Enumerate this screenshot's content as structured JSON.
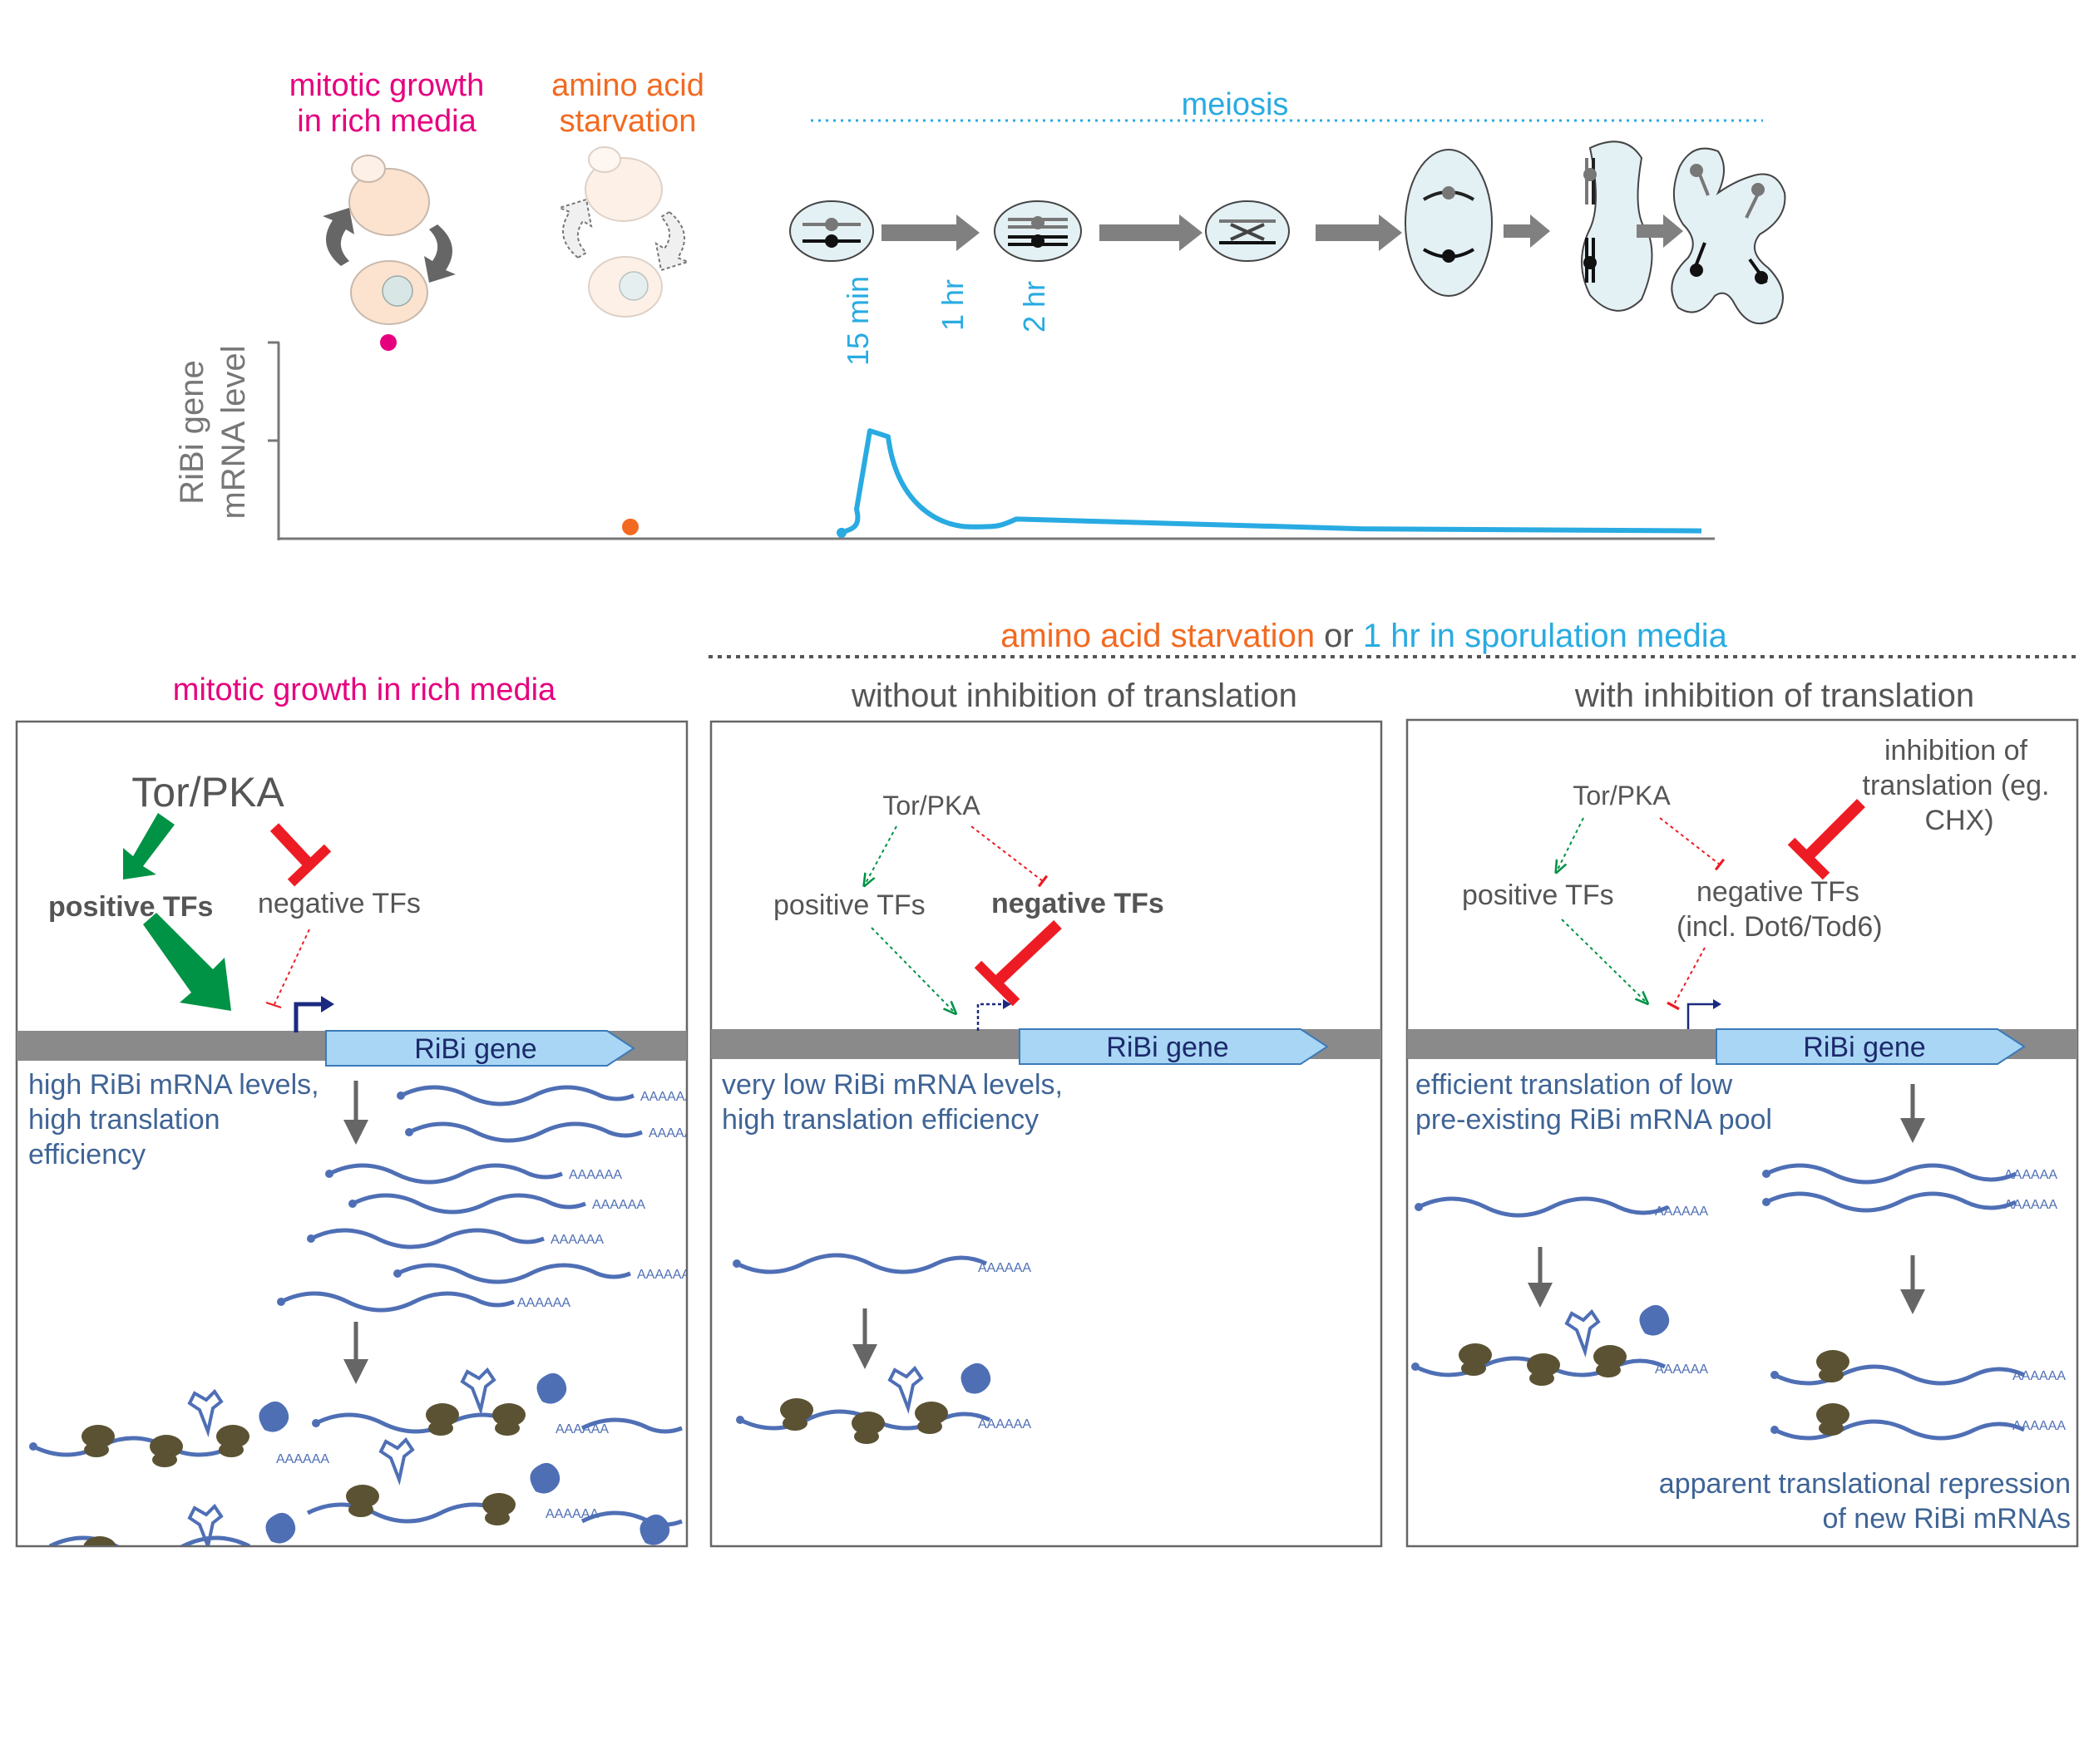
{
  "colors": {
    "magenta": "#e6007e",
    "orange": "#f26a21",
    "cyan": "#29abe2",
    "gray_text": "#555555",
    "axis": "#777777",
    "green": "#009245",
    "red": "#ed1c24",
    "navy": "#1b2a80",
    "dna": "#888888",
    "gene_fill": "#a9d6f5",
    "gene_text": "#1b2a6b",
    "mrna": "#4f6fb5",
    "blue_text": "#3f6496",
    "ribosome": "#5a5233",
    "cell_fill": "#fbe3cf",
    "meiosis_cell": "#e3f0f4"
  },
  "top": {
    "mitotic_label_line1": "mitotic growth",
    "mitotic_label_line2": "in rich media",
    "aa_label_line1": "amino acid",
    "aa_label_line2": "starvation",
    "meiosis_label": "meiosis",
    "t_15min": "15 min",
    "t_1hr": "1 hr",
    "t_2hr": "2 hr",
    "ylabel_line1": "RiBi gene",
    "ylabel_line2": "mRNA level"
  },
  "chart_data": {
    "type": "line",
    "ylabel": "RiBi gene mRNA level",
    "points": [
      {
        "condition": "mitotic growth in rich media",
        "y": 1.0
      },
      {
        "condition": "amino acid starvation",
        "y": 0.06
      }
    ],
    "meiosis_curve": {
      "x": [
        "15 min",
        "",
        "",
        "",
        "1 hr",
        "2 hr",
        "",
        ""
      ],
      "y": [
        0.03,
        0.05,
        0.55,
        0.52,
        0.06,
        0.1,
        0.05,
        0.04
      ]
    }
  },
  "headers": {
    "panel1_title": "mitotic growth in rich media",
    "group_title_part1": "amino acid starvation",
    "group_title_part2": " or ",
    "group_title_part3": "1 hr in sporulation media",
    "panel2_title": "without inhibition of translation",
    "panel3_title": "with inhibition of translation"
  },
  "panel1": {
    "tor": "Tor/PKA",
    "pos": "positive TFs",
    "neg": "negative TFs",
    "gene": "RiBi gene",
    "desc_line1": "high RiBi mRNA levels,",
    "desc_line2": "high translation",
    "desc_line3": "efficiency",
    "polyA": "AAAAAA"
  },
  "panel2": {
    "tor": "Tor/PKA",
    "pos": "positive TFs",
    "neg": "negative TFs",
    "gene": "RiBi gene",
    "desc_line1": "very low RiBi mRNA levels,",
    "desc_line2": "high translation efficiency",
    "polyA": "AAAAAA"
  },
  "panel3": {
    "tor": "Tor/PKA",
    "inhib_line1": "inhibition of",
    "inhib_line2": "translation (eg.",
    "inhib_line3": "CHX)",
    "pos": "positive TFs",
    "neg_line1": "negative TFs",
    "neg_line2": "(incl. Dot6/Tod6)",
    "gene": "RiBi gene",
    "desc_line1": "efficient translation of low",
    "desc_line2": "pre-existing RiBi mRNA pool",
    "apparent_line1": "apparent translational repression",
    "apparent_line2": "of new RiBi mRNAs",
    "polyA": "AAAAAA"
  }
}
